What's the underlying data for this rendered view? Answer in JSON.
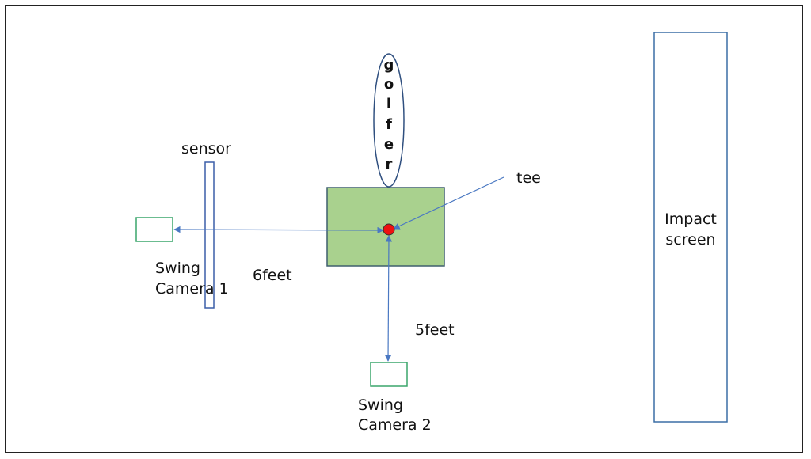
{
  "labels": {
    "sensor": "sensor",
    "tee": "tee",
    "swing_camera_1": [
      "Swing",
      "Camera 1"
    ],
    "swing_camera_2": [
      "Swing",
      "Camera 2"
    ],
    "distance_1": "6feet",
    "distance_2": "5feet",
    "impact_screen": [
      "Impact",
      "screen"
    ],
    "golfer": [
      "g",
      "o",
      "l",
      "f",
      "e",
      "r"
    ]
  },
  "colors": {
    "camera_outline": "#3aa56b",
    "sensor_outline": "#3b5fa8",
    "mat_fill": "#a9d18e",
    "mat_outline": "#3f5f6f",
    "ball": "#ee1111",
    "arrow": "#4a78c2",
    "screen_outline": "#3b6ea5",
    "golfer_outline": "#2f4f7f"
  }
}
